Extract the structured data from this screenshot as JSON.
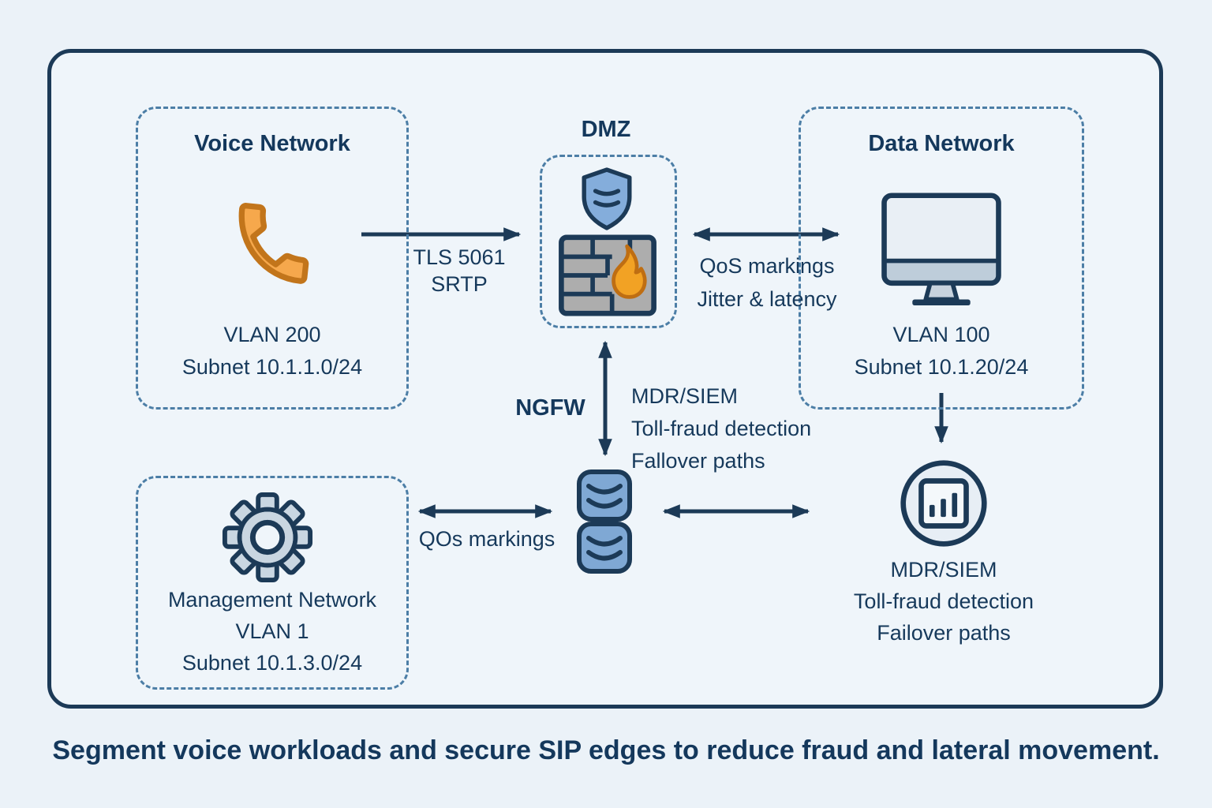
{
  "caption": "Segment voice workloads and secure SIP edges to reduce fraud and lateral movement.",
  "voice": {
    "title": "Voice Network",
    "vlan": "VLAN 200",
    "subnet": "Subnet 10.1.1.0/24"
  },
  "dmz": {
    "title": "DMZ"
  },
  "data_net": {
    "title": "Data Network",
    "vlan": "VLAN 100",
    "subnet": "Subnet 10.1.20/24"
  },
  "mgmt": {
    "title": "Management Network",
    "vlan": "VLAN 1",
    "subnet": "Subnet 10.1.3.0/24"
  },
  "ngfw": {
    "label": "NGFW"
  },
  "edges": {
    "voice_dmz": {
      "line1": "TLS 5061",
      "line2": "SRTP"
    },
    "dmz_data": {
      "line1": "QoS markings",
      "line2": "Jitter & latency"
    },
    "dmz_ngfw": {
      "line1": "MDR/SIEM",
      "line2": "Toll-fraud detection",
      "line3": "Fallover paths"
    },
    "mgmt_ngfw": {
      "line1": "QOs markings"
    }
  },
  "mdr": {
    "line1": "MDR/SIEM",
    "line2": "Toll-fraud detection",
    "line3": "Failover paths"
  },
  "icons": {
    "voice": "phone-icon",
    "dmz_top": "shield-icon",
    "dmz_bottom": "firewall-brick-flame-icon",
    "data_net": "desktop-monitor-icon",
    "mgmt": "gear-icon",
    "ngfw": "database-stack-icon",
    "mdr": "bar-chart-badge-icon"
  },
  "colors": {
    "background": "#EBF2F8",
    "frame_border": "#1C3A57",
    "dashed_border": "#4C7EA6",
    "text": "#16395B",
    "arrow": "#1C3A57",
    "phone_orange": "#F6A84C",
    "flame_orange": "#F2A224",
    "shield_blue": "#84ADDB",
    "brick_gray": "#ADADAD",
    "database_blue": "#7FA8D4",
    "gear_gray_blue": "#C9D6E1"
  }
}
